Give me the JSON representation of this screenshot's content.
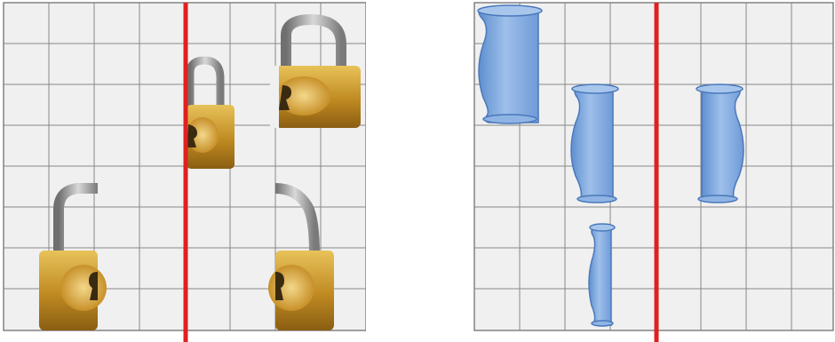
{
  "panels": [
    {
      "name": "lock-puzzle",
      "grid": {
        "cols": 8,
        "rows": 8,
        "color": "#555555",
        "background": "#f0f0f0"
      },
      "mirror_line_color": "#e02020",
      "object": "half-padlock",
      "object_colors": {
        "body": "#c9952a",
        "shackle": "#9a9a9a"
      }
    },
    {
      "name": "vase-puzzle",
      "grid": {
        "cols": 8,
        "rows": 8,
        "color": "#555555",
        "background": "#f0f0f0"
      },
      "mirror_line_color": "#e02020",
      "object": "half-vase",
      "object_colors": {
        "body": "#7fa8df",
        "rim": "#5b88c9"
      }
    }
  ]
}
